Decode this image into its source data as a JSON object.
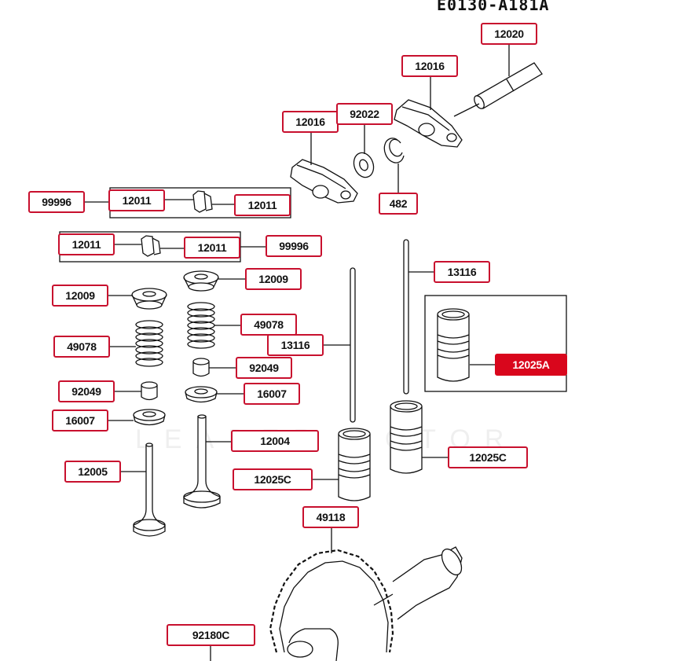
{
  "header": {
    "code": "E0130-A181A"
  },
  "watermark": "LEADER MOTOR",
  "colors": {
    "border": "#c8102e",
    "highlight": "#d9061c",
    "line": "#111111"
  },
  "labels": {
    "p12020": "12020",
    "p12016a": "12016",
    "p12016b": "12016",
    "p92022": "92022",
    "p482": "482",
    "p99996a": "99996",
    "p12011a": "12011",
    "p12011b": "12011",
    "p12011c": "12011",
    "p12011d": "12011",
    "p99996b": "99996",
    "p13116a": "13116",
    "p12009a": "12009",
    "p12009b": "12009",
    "p49078a": "49078",
    "p49078b": "49078",
    "p13116b": "13116",
    "p12025A": "12025A",
    "p92049a": "92049",
    "p92049b": "92049",
    "p16007a": "16007",
    "p16007b": "16007",
    "p12004": "12004",
    "p12005": "12005",
    "p12025Ca": "12025C",
    "p12025Cb": "12025C",
    "p49118": "49118",
    "p92180C": "92180C"
  }
}
